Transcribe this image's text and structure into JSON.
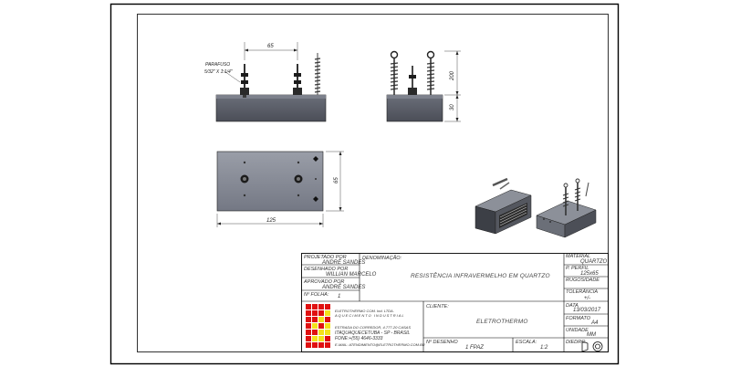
{
  "drawing": {
    "callout": {
      "line1": "PARAFUSO",
      "line2": "5/32\" X 1.1/4\""
    },
    "dims": {
      "front_width": "65",
      "side_height": "200",
      "side_base": "30",
      "top_width": "125",
      "top_depth": "65"
    }
  },
  "title_block": {
    "projected_by_label": "PROJETADO POR",
    "projected_by": "ANDRÉ SANDES",
    "designed_by_label": "DESENHADO POR",
    "designed_by": "WILLIAN MARCELO",
    "approved_by_label": "APROVADO POR",
    "approved_by": "ANDRÉ SANDES",
    "sheet_label": "Nº FOLHA:",
    "sheet": "1",
    "denomination_label": "DENOMINAÇÃO:",
    "denomination": "RESISTÊNCIA INFRAVERMELHO EM QUARTZO",
    "material_label": "MATERIAL",
    "material": "QUARTZO",
    "weight_label": "P. PERFIL",
    "weight": "125x65",
    "roughness_label": "RUGOSIDADE",
    "tolerance_label": "TOLERÂNCIA",
    "tolerance": "+/-",
    "date_label": "DATA",
    "date": "13/03/2017",
    "format_label": "FORMATO",
    "format": "A4",
    "unit_label": "UNIDADE",
    "unit": "MM",
    "view_label": "DIEDRO",
    "client_label": "CLIENTE:",
    "client": "ELETROTHERMO",
    "company": [
      "ELETROTHERMO COM. Ind. LTDA.",
      "AQUECIMENTO INDUSTRIAL"
    ],
    "address": [
      "ESTRADA DO CORREDOR, 4.777-20 CASAS",
      "ITAQUAQUECETUBA - SP - BRASIL",
      "FONE:+(55) 4646-3333",
      "E-MAIL: ATENDIMENTO@ELETROTHERMO.COM.BR"
    ],
    "drawing_no_label": "Nº DESENHO",
    "drawing_no": "1 FPAZ",
    "scale_label": "ESCALA:",
    "scale": "1:2"
  },
  "colors": {
    "logo_red": "#e01010",
    "logo_yellow": "#f3e21a"
  }
}
